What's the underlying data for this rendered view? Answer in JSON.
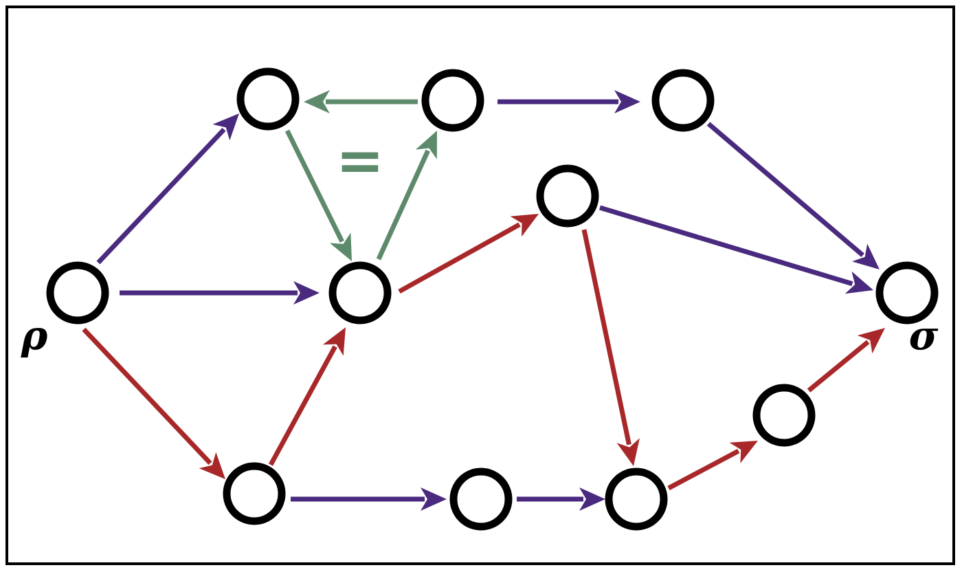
{
  "colors": {
    "purple": "#4a2a7e",
    "red": "#a8282a",
    "green": "#5e8a6c",
    "node_stroke": "#000000"
  },
  "labels": {
    "source": "ρ",
    "target": "σ",
    "equals_symbol": "="
  },
  "nodes": [
    {
      "id": "rho"
    },
    {
      "id": "top-left"
    },
    {
      "id": "top-middle"
    },
    {
      "id": "top-right"
    },
    {
      "id": "center"
    },
    {
      "id": "upper-right-middle"
    },
    {
      "id": "sigma"
    },
    {
      "id": "bottom-left"
    },
    {
      "id": "bottom-middle"
    },
    {
      "id": "bottom-right-middle"
    },
    {
      "id": "lower-right"
    }
  ],
  "edges": [
    {
      "from": "rho",
      "to": "top-left",
      "color": "purple"
    },
    {
      "from": "rho",
      "to": "center",
      "color": "purple"
    },
    {
      "from": "rho",
      "to": "bottom-left",
      "color": "red"
    },
    {
      "from": "top-middle",
      "to": "top-left",
      "color": "green"
    },
    {
      "from": "top-left",
      "to": "center",
      "color": "green"
    },
    {
      "from": "center",
      "to": "top-middle",
      "color": "green"
    },
    {
      "from": "top-middle",
      "to": "top-right",
      "color": "purple"
    },
    {
      "from": "top-right",
      "to": "sigma",
      "color": "purple"
    },
    {
      "from": "center",
      "to": "upper-right-middle",
      "color": "red"
    },
    {
      "from": "upper-right-middle",
      "to": "sigma",
      "color": "purple"
    },
    {
      "from": "upper-right-middle",
      "to": "bottom-right-middle",
      "color": "red"
    },
    {
      "from": "bottom-left",
      "to": "center",
      "color": "red"
    },
    {
      "from": "bottom-left",
      "to": "bottom-middle",
      "color": "purple"
    },
    {
      "from": "bottom-middle",
      "to": "bottom-right-middle",
      "color": "purple"
    },
    {
      "from": "bottom-right-middle",
      "to": "lower-right",
      "color": "red"
    },
    {
      "from": "lower-right",
      "to": "sigma",
      "color": "red"
    }
  ]
}
